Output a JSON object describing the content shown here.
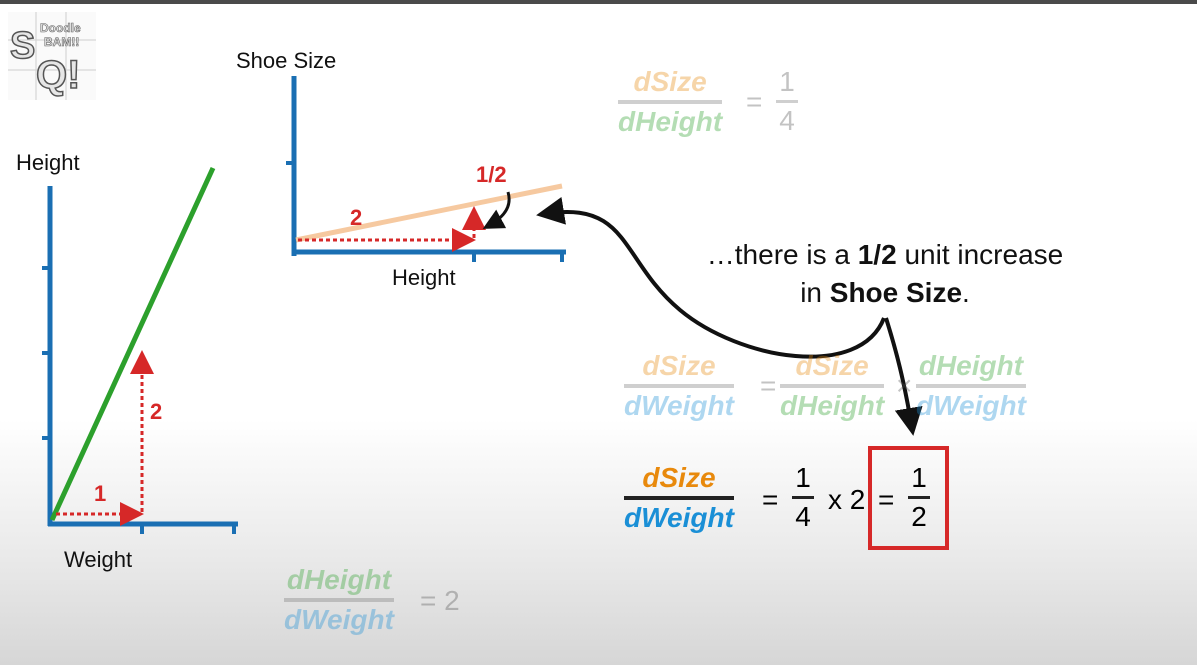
{
  "logo": {
    "text": "Doodle BAM!!! SQ!",
    "name": "statquest-logo"
  },
  "left_plot": {
    "ylabel": "Height",
    "xlabel": "Weight",
    "run_label": "1",
    "rise_label": "2"
  },
  "top_plot": {
    "ylabel": "Shoe Size",
    "xlabel": "Height",
    "run_label": "2",
    "rise_label": "1/2"
  },
  "eq_top_right": {
    "num": "dSize",
    "den": "dHeight",
    "equals": "=",
    "value_num": "1",
    "value_den": "4"
  },
  "eq_bottom_left": {
    "num": "dHeight",
    "den": "dWeight",
    "equals": "= 2"
  },
  "eq_chain": {
    "lhs_num": "dSize",
    "lhs_den": "dWeight",
    "equals": "=",
    "a_num": "dSize",
    "a_den": "dHeight",
    "times": "×",
    "b_num": "dHeight",
    "b_den": "dWeight"
  },
  "eq_result": {
    "lhs_num": "dSize",
    "lhs_den": "dWeight",
    "equals1": "=",
    "f1_num": "1",
    "f1_den": "4",
    "times_two": "x 2",
    "equals2": "=",
    "f2_num": "1",
    "f2_den": "2"
  },
  "callout": {
    "part1": "…there is a ",
    "bold1": "1/2",
    "part2": " unit increase in ",
    "bold2": "Shoe Size",
    "part3": "."
  },
  "colors": {
    "axis": "#1a6fb3",
    "green_line": "#2ca02c",
    "red": "#d62828",
    "orange": "#e8890c",
    "blue": "#1a8fd6",
    "peach": "#f6c9a0",
    "light_green": "#a8d89a",
    "light_blue": "#a9d4f0"
  }
}
